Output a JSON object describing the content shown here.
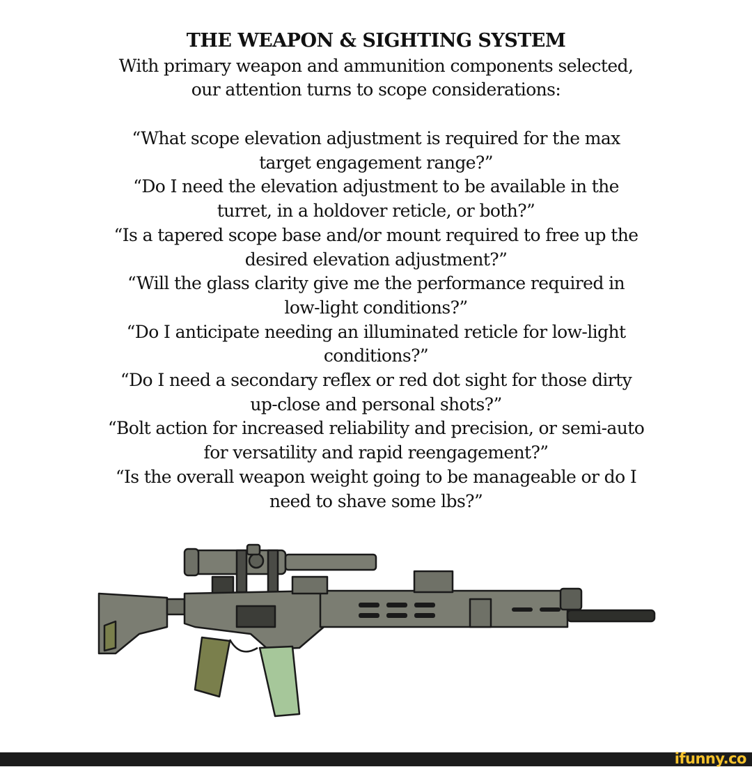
{
  "document": {
    "title": "THE WEAPON & SIGHTING SYSTEM",
    "intro_lines": [
      "With primary weapon and ammunition components selected,",
      "our attention turns to scope considerations:"
    ],
    "question_lines": [
      "“What scope elevation adjustment is required for the max",
      "target engagement range?”",
      "“Do I need the elevation adjustment to be available in the",
      "turret, in a holdover reticle, or both?”",
      "“Is a tapered scope base and/or mount required to free up the",
      "desired elevation adjustment?”",
      "“Will the glass clarity give me the performance required in",
      "low-light conditions?”",
      "“Do I anticipate needing an illuminated reticle for low-light",
      "conditions?”",
      "“Do I need a secondary reflex or red dot sight for those dirty",
      "up-close and personal shots?”",
      "“Bolt action for increased reliability and precision, or semi-auto",
      "for versatility and rapid reengagement?”",
      "“Is the overall weapon weight going to be manageable or do I",
      "need to shave some lbs?”"
    ]
  },
  "illustration": {
    "subject": "rifle-with-scope-illustration",
    "colors": {
      "body": "#7b7d72",
      "dark": "#3c3d38",
      "grip": "#7a7f4c",
      "magazine": "#a6c79a",
      "outline": "#1a1a1a"
    }
  },
  "footer": {
    "brand": "ifunny.co",
    "brand_color": "#f6c22b",
    "bar_color": "#1c1c1c"
  }
}
